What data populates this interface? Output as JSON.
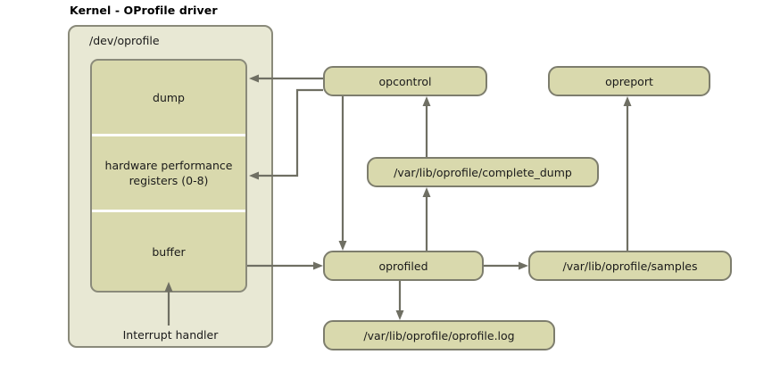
{
  "diagram": {
    "title": "Kernel - OProfile driver",
    "type": "architecture-flow-diagram"
  },
  "kernel": {
    "label": "/dev/oprofile",
    "cells": [
      {
        "id": "dump",
        "label": "dump"
      },
      {
        "id": "hwregs",
        "label": "hardware performance\nregisters (0-8)",
        "line1": "hardware performance",
        "line2": "registers (0-8)"
      },
      {
        "id": "buffer",
        "label": "buffer"
      }
    ],
    "interrupt_handler": "Interrupt handler"
  },
  "nodes": {
    "opcontrol": "opcontrol",
    "opreport": "opreport",
    "complete_dump": "/var/lib/oprofile/complete_dump",
    "oprofiled": "oprofiled",
    "samples": "/var/lib/oprofile/samples",
    "oprofile_log": "/var/lib/oprofile/oprofile.log"
  },
  "edges": [
    {
      "from": "opcontrol",
      "to": "dump",
      "direction": "left"
    },
    {
      "from": "opcontrol",
      "to": "hwregs",
      "direction": "left"
    },
    {
      "from": "opcontrol",
      "to": "oprofiled",
      "direction": "down"
    },
    {
      "from": "buffer",
      "to": "oprofiled",
      "direction": "right"
    },
    {
      "from": "oprofiled",
      "to": "complete_dump",
      "direction": "up"
    },
    {
      "from": "complete_dump",
      "to": "opcontrol",
      "direction": "up"
    },
    {
      "from": "oprofiled",
      "to": "samples",
      "direction": "right"
    },
    {
      "from": "oprofiled",
      "to": "oprofile_log",
      "direction": "down"
    },
    {
      "from": "samples",
      "to": "opreport",
      "direction": "up"
    },
    {
      "from": "interrupt_handler",
      "to": "buffer",
      "direction": "up"
    }
  ],
  "colors": {
    "background": "#ffffff",
    "kernel_fill": "#e8e8d4",
    "node_fill": "#d9d9ad",
    "border": "#7d7d6d",
    "connector": "#6f6f63",
    "text": "#1a1a1a"
  }
}
